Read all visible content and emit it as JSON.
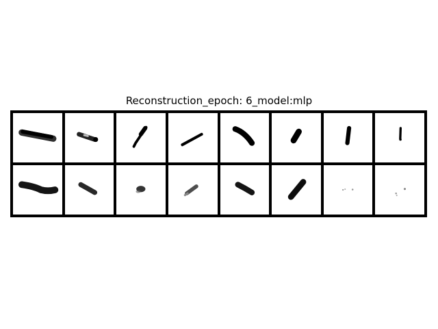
{
  "figure": {
    "title": "Reconstruction_epoch: 6_model:mlp"
  },
  "grid": {
    "rows": 2,
    "cols": 8,
    "ink_color": "#000000",
    "background_color": "#ffffff",
    "border_color": "#000000"
  }
}
